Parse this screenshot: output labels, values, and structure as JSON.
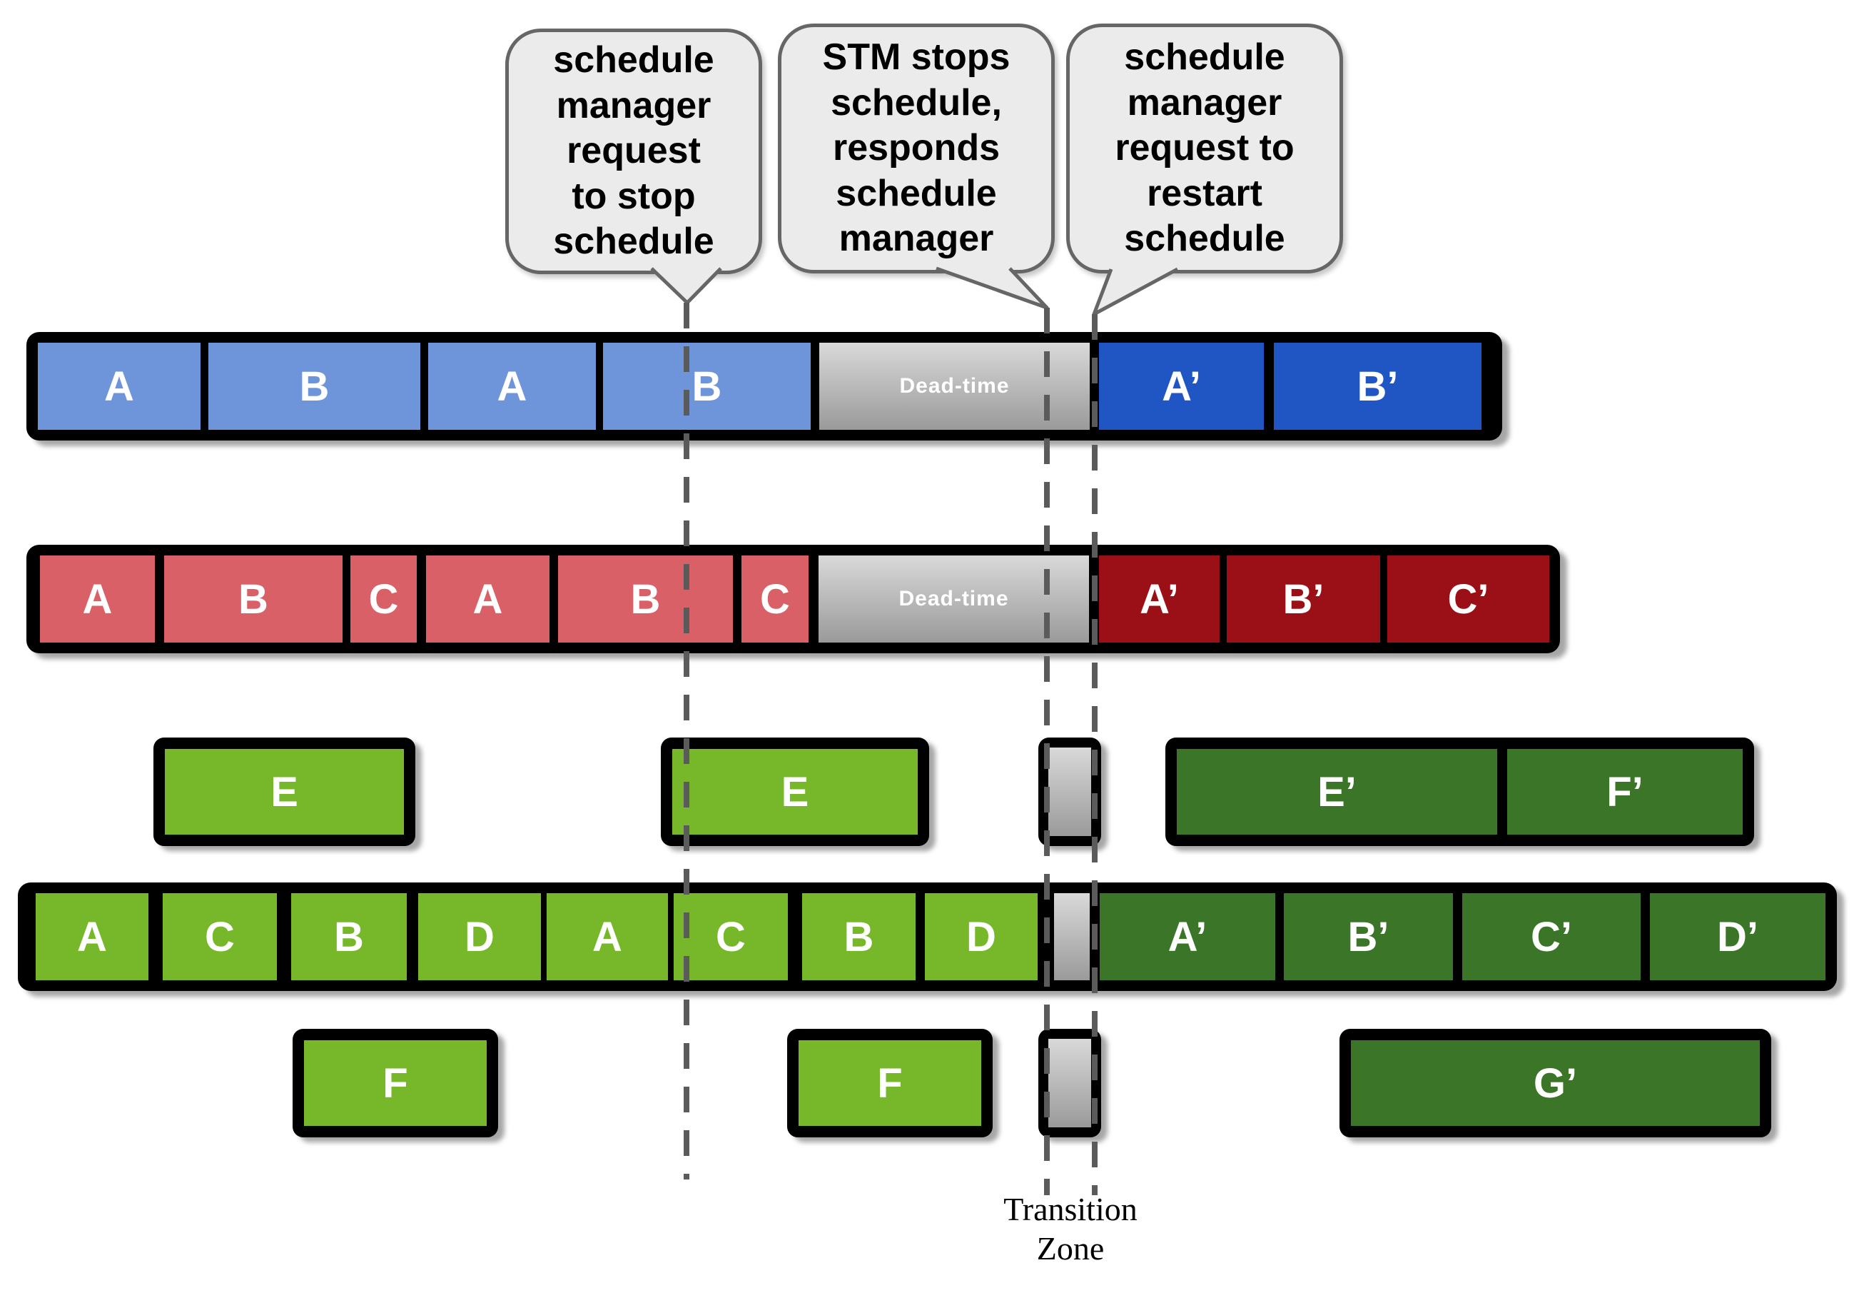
{
  "colors": {
    "light_blue": "#6e94da",
    "dark_blue": "#1f56c4",
    "light_red": "#d96067",
    "dark_red": "#9b1016",
    "light_green": "#77b82b",
    "dark_green": "#3b7527",
    "gray_light": "#d9d9d9",
    "gray_dark": "#9a9a9a",
    "frame": "#000000",
    "bubble_fill": "#ebebeb",
    "bubble_border": "#666666",
    "dash": "#5b5b5b",
    "text_light": "#ffffff",
    "text_dark": "#000000"
  },
  "bubbles": [
    {
      "text": "schedule\nmanager\nrequest\nto stop\nschedule"
    },
    {
      "text": "STM stops\nschedule,\nresponds\nschedule\nmanager"
    },
    {
      "text": "schedule\nmanager\nrequest to\nrestart\nschedule"
    }
  ],
  "rows": [
    {
      "name": "schedule-1-blue",
      "segments": [
        "A",
        "B",
        "A",
        "B",
        "Dead-time",
        "A’",
        "B’"
      ]
    },
    {
      "name": "schedule-2-red",
      "segments": [
        "A",
        "B",
        "C",
        "A",
        "B",
        "C",
        "Dead-time",
        "A’",
        "B’",
        "C’"
      ]
    },
    {
      "name": "schedule-3-e-lane",
      "segments": [
        "E",
        "E",
        "E’",
        "F’"
      ]
    },
    {
      "name": "schedule-3-main",
      "segments": [
        "A",
        "C",
        "B",
        "D",
        "A",
        "C",
        "B",
        "D",
        "A’",
        "B’",
        "C’",
        "D’"
      ]
    },
    {
      "name": "schedule-3-f-lane",
      "segments": [
        "F",
        "F",
        "G’"
      ]
    }
  ],
  "transition_zone_label": "Transition\nZone"
}
